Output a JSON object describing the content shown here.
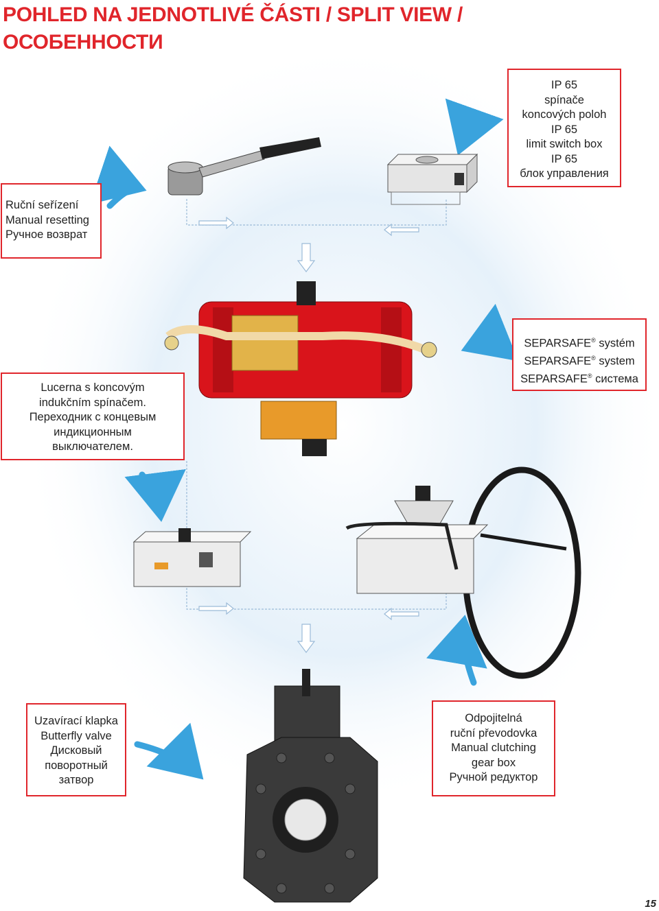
{
  "title": {
    "line1": "POHLED NA JEDNOTLIVÉ ČÁSTI / SPLIT VIEW /",
    "line2": "ОСОБЕННОСТИ"
  },
  "labels": {
    "limit_switch": [
      "IP 65",
      "spínače",
      "koncových poloh",
      "IP 65",
      "limit switch box",
      "IP 65",
      "блок управления"
    ],
    "manual_reset": [
      "Ruční seřízení",
      "Manual resetting",
      "Ручное возврат"
    ],
    "separsafe": {
      "brand": "SEPARSAFE",
      "mark": "®",
      "lines": [
        "systém",
        "system",
        "система"
      ]
    },
    "lucerna": [
      "Lucerna s koncovým",
      "indukčním spínačem.",
      "Переходник с концевым",
      "индикционным",
      "выключателем."
    ],
    "butterfly": [
      "Uzavírací klapka",
      "Butterfly valve",
      "Дисковый",
      "поворотный",
      "затвор"
    ],
    "gearbox": [
      "Odpojitelná",
      "ruční převodovka",
      "Manual clutching",
      "gear box",
      "Ручной редуктор"
    ]
  },
  "page_number": "15",
  "colors": {
    "accent": "#e0252b",
    "arrow": "#3aa3dd",
    "actuator": "#d9141b",
    "valve": "#3a3a3a",
    "connector": "#e89a2a"
  }
}
